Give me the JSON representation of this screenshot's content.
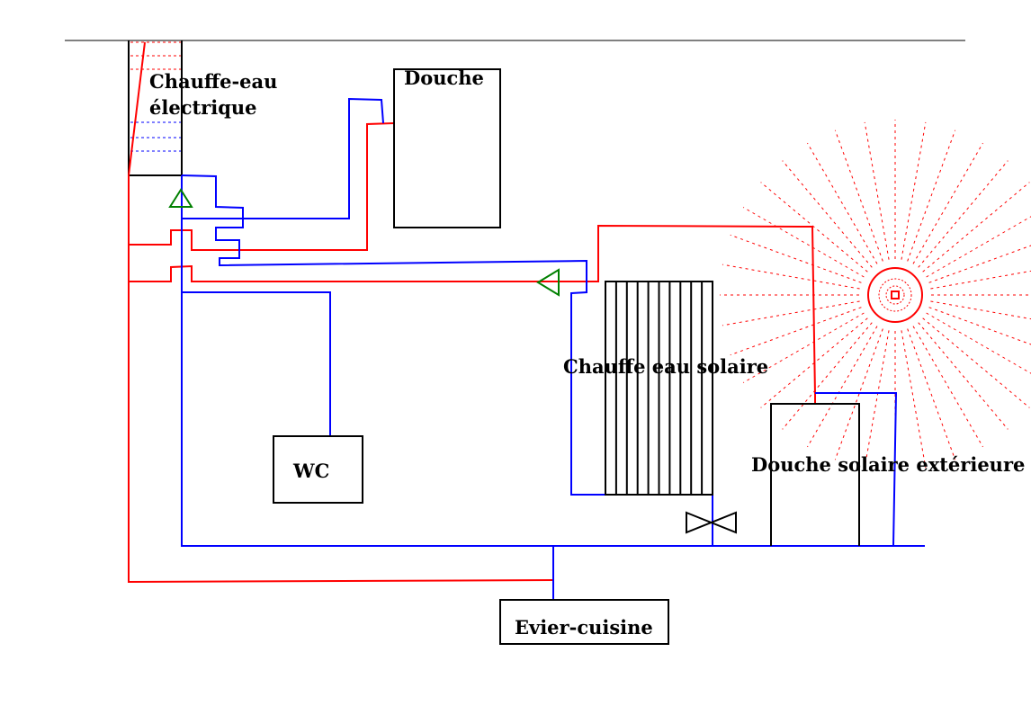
{
  "labels": {
    "electric_heater_line1": "Chauffe-eau",
    "electric_heater_line2": "électrique",
    "shower": "Douche",
    "solar_heater": "Chauffe eau solaire",
    "wc": "WC",
    "outdoor_solar_shower": "Douche solaire extérieure",
    "kitchen_sink": "Evier-cuisine"
  },
  "colors": {
    "hot_water": "#ff0000",
    "cold_water": "#0000ff",
    "check_valve": "#008000",
    "fixtures": "#000000"
  }
}
